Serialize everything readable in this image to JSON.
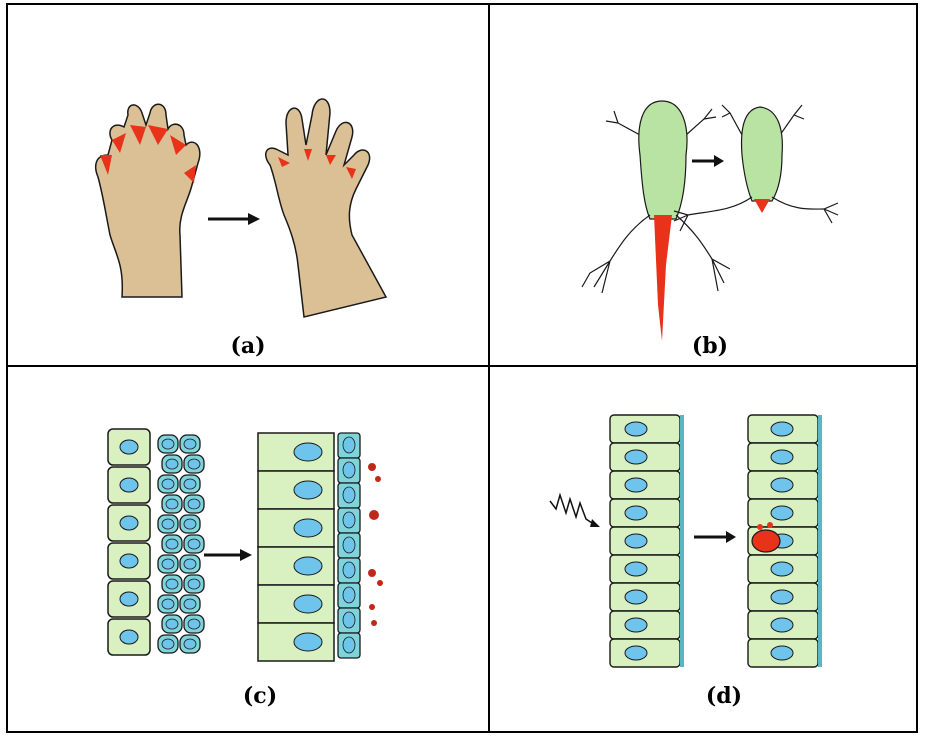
{
  "panels": [
    {
      "id": "a",
      "label": "(a)",
      "subject": "hand-digit-separation"
    },
    {
      "id": "b",
      "label": "(b)",
      "subject": "tadpole-tail-regression"
    },
    {
      "id": "c",
      "label": "(c)",
      "subject": "epithelial-cell-shedding"
    },
    {
      "id": "d",
      "label": "(d)",
      "subject": "damaged-cell-removal"
    }
  ],
  "colors": {
    "skin": "#dcc095",
    "interdigital_tissue": "#e8321a",
    "frog_body": "#b9e3a3",
    "cell_cytoplasm": "#d9f0c1",
    "nucleus": "#6ec4ea",
    "cyan_cell": "#7fd3db",
    "outline": "#1a1a1a",
    "arrow": "#111111"
  },
  "arrows": [
    "arrow-a",
    "arrow-b",
    "arrow-c",
    "arrow-d"
  ]
}
